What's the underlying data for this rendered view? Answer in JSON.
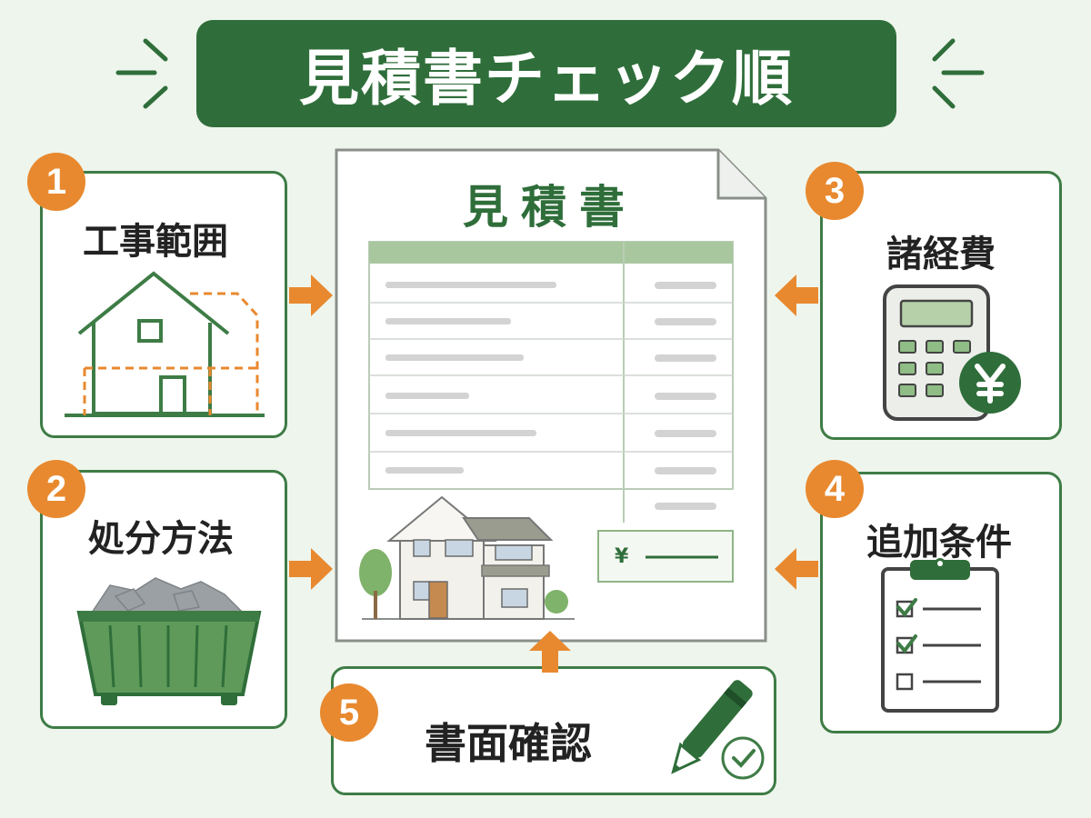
{
  "title": "見積書チェック順",
  "document": {
    "title": "見積書",
    "currency_symbol": "¥"
  },
  "steps": [
    {
      "number": "1",
      "label": "工事範囲",
      "icon": "house-outline-icon"
    },
    {
      "number": "2",
      "label": "処分方法",
      "icon": "debris-dumpster-icon"
    },
    {
      "number": "3",
      "label": "諸経費",
      "icon": "calculator-yen-icon"
    },
    {
      "number": "4",
      "label": "追加条件",
      "icon": "checklist-clipboard-icon"
    },
    {
      "number": "5",
      "label": "書面確認",
      "icon": "pen-check-icon"
    }
  ],
  "colors": {
    "brand_green": "#2f6e3a",
    "accent_orange": "#e8892f",
    "background": "#eef5ec"
  }
}
